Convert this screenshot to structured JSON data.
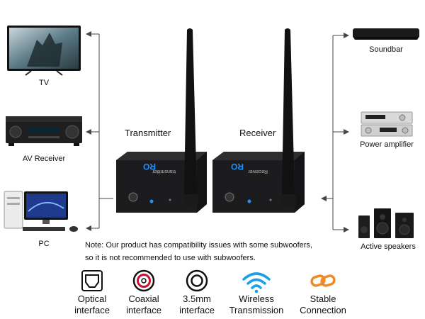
{
  "sources": [
    {
      "label": "TV"
    },
    {
      "label": "AV Receiver"
    },
    {
      "label": "PC"
    }
  ],
  "outputs": [
    {
      "label": "Soundbar"
    },
    {
      "label": "Power amplifier"
    },
    {
      "label": "Active speakers"
    }
  ],
  "devices": {
    "transmitter_label": "Transmitter",
    "receiver_label": "Receiver",
    "transmitter_print": "transmitter",
    "receiver_print": "Receiver",
    "logo_text": "RO"
  },
  "note": {
    "line1": "Note: Our product has compatibility issues with some subwoofers,",
    "line2": "so it is not recommended to use with subwoofers."
  },
  "features": [
    {
      "line1": "Optical",
      "line2": "interface",
      "icon": "optical-port-icon"
    },
    {
      "line1": "Coaxial",
      "line2": "interface",
      "icon": "coaxial-port-icon"
    },
    {
      "line1": "3.5mm",
      "line2": "interface",
      "icon": "aux-port-icon"
    },
    {
      "line1": "Wireless",
      "line2": "Transmission",
      "icon": "wifi-icon"
    },
    {
      "line1": "Stable",
      "line2": "Connection",
      "icon": "chain-link-icon"
    }
  ],
  "colors": {
    "line": "#444444",
    "device_body": "#1c1c1e",
    "led_blue": "#1e90ff",
    "wifi_blue": "#1aa0e8",
    "chain_orange": "#f08a24",
    "coax_red": "#c8102e"
  }
}
